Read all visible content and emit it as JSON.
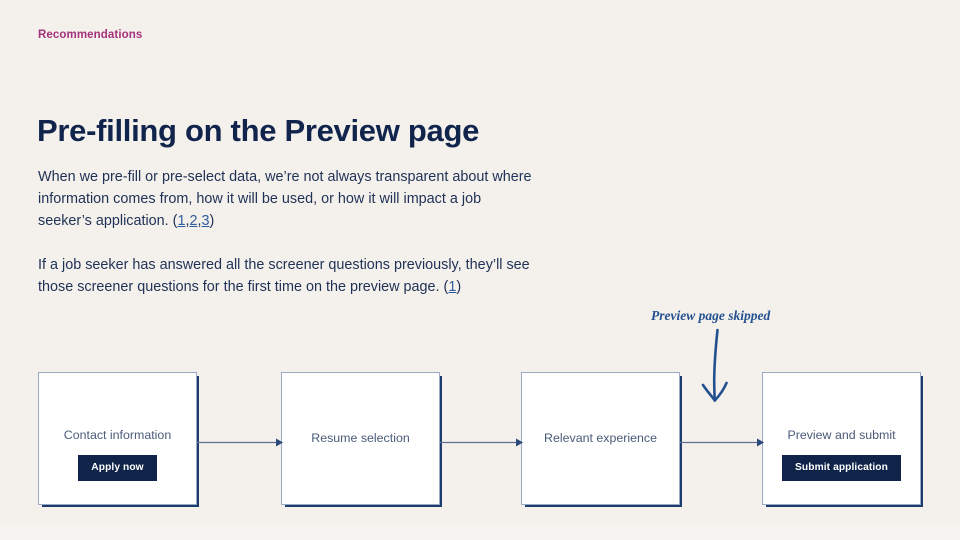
{
  "slide": {
    "background_color": "#F4F0EC",
    "eyebrow": "Recommendations",
    "eyebrow_color": "#A5317B",
    "title": "Pre-filling on the Preview page",
    "title_color": "#10244C"
  },
  "body": {
    "paragraph_1": {
      "text_before": "When we pre-fill or pre-select data, we’re not always transparent about where information comes from, how it will be used, or how it will impact a job seeker’s application. (",
      "citations": [
        "1",
        "2",
        "3"
      ],
      "separator": ",",
      "text_after": ")"
    },
    "paragraph_2": {
      "text_before": "If a job seeker has answered all the screener questions previously, they’ll see those screener questions for the first time on the preview page. (",
      "citations": [
        "1"
      ],
      "separator": ",",
      "text_after": ")"
    },
    "text_color": "#1F3155",
    "link_color": "#2F5E9E"
  },
  "annotation": {
    "label": "Preview page skipped",
    "color": "#23508F",
    "icon": "hand-drawn-down-arrow-icon"
  },
  "flow": {
    "connector_color": "#5F7192",
    "node_border_color": "#9BAAC4",
    "node_shadow_color": "#1C3C6E",
    "node_label_color": "#4A5B79",
    "button_background": "#102449",
    "button_text_color": "#FFFFFF",
    "nodes": [
      {
        "label": "Contact information",
        "button": "Apply now",
        "has_button": true
      },
      {
        "label": "Resume selection",
        "button": "",
        "has_button": false
      },
      {
        "label": "Relevant experience",
        "button": "",
        "has_button": false
      },
      {
        "label": "Preview and submit",
        "button": "Submit application",
        "has_button": true
      }
    ],
    "connectors": [
      {
        "from": "Contact information",
        "to": "Resume selection"
      },
      {
        "from": "Resume selection",
        "to": "Relevant experience"
      },
      {
        "from": "Relevant experience",
        "to": "Preview and submit"
      }
    ]
  }
}
